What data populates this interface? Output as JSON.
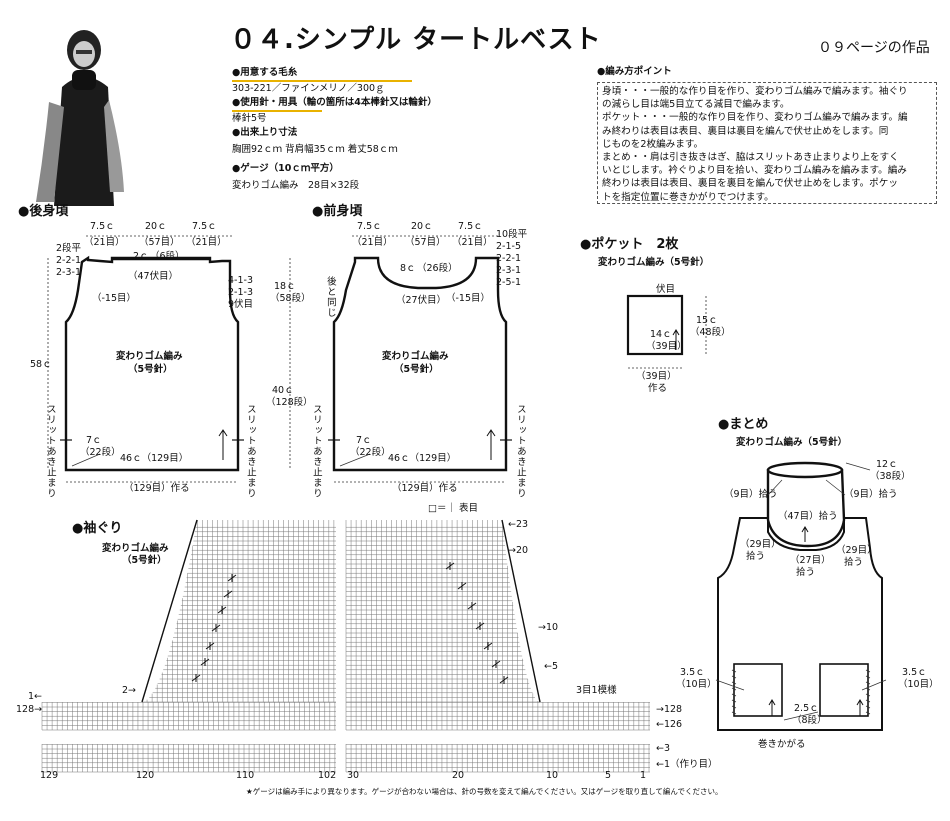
{
  "header": {
    "title": "０４.シンプル タートルベスト",
    "page_ref": "０９ページの作品"
  },
  "materials": {
    "yarn_heading": "●用意する毛糸",
    "yarn_value": "303-221／ファインメリノ／300ｇ",
    "needle_heading": "●使用針・用具（輪の箇所は4本棒針又は輪針）",
    "needle_value": "棒針5号",
    "size_heading": "●出来上り寸法",
    "size_value": "胸囲92ｃｍ 背肩幅35ｃｍ 着丈58ｃｍ",
    "gauge_heading": "●ゲージ（10ｃｍ平方）",
    "gauge_value": "変わりゴム編み　28目×32段"
  },
  "tips": {
    "heading": "●編み方ポイント",
    "lines": [
      "身頃・・・一般的な作り目を作り、変わりゴム編みで編みます。袖ぐり",
      "の減らし目は端5目立てる減目で編みます。",
      "ポケット・・・一般的な作り目を作り、変わりゴム編みで編みます。編",
      "み終わりは表目は表目、裏目は裏目を編んで伏せ止めをします。同",
      "じものを2枚編みます。",
      "まとめ・・肩は引き抜きはぎ、脇はスリットあき止まりより上をすく",
      "いとじします。衿ぐりより目を拾い、変わりゴム編みを編みます。編み",
      "終わりは表目は表目、裏目を裏目を編んで伏せ止めをします。ポケッ",
      "トを指定位置に巻きかがりでつけます。"
    ]
  },
  "back": {
    "heading": "●後身頃",
    "shoulder_l": "7.5ｃ",
    "shoulder_l_st": "（21目）",
    "neck_w": "20ｃ",
    "neck_st": "（57目）",
    "shoulder_r": "7.5ｃ",
    "shoulder_r_st": "（21目）",
    "neck_depth": "2ｃ",
    "neck_rows": "（6段）",
    "bind_off": "（47伏目）",
    "dec_left": [
      "2段平",
      "2-2-1",
      "2-3-1"
    ],
    "dec_right": [
      "4-1-3",
      "2-1-3",
      "9伏目"
    ],
    "dec_count": "（-15目）",
    "armhole_h": "18ｃ",
    "armhole_rows": "（58段）",
    "total_h": "58ｃ",
    "body_h": "40ｃ",
    "body_rows": "（128段）",
    "stitch": "変わりゴム編み",
    "needle": "（5号針）",
    "slit_l": "スリットあき止まり",
    "slit_r": "スリットあき止まり",
    "slit_h": "7ｃ",
    "slit_rows": "（22段）",
    "width": "46ｃ（129目）",
    "cast_on": "（129目）作る"
  },
  "front": {
    "heading": "●前身頃",
    "shoulder_l": "7.5ｃ",
    "shoulder_l_st": "（21目）",
    "neck_w": "20ｃ",
    "neck_st": "（57目）",
    "shoulder_r": "7.5ｃ",
    "shoulder_r_st": "（21目）",
    "neck_depth": "8ｃ",
    "neck_rows": "（26段）",
    "bind_off": "（27伏目）",
    "dec_right": [
      "10段平",
      "2-1-5",
      "2-2-1",
      "2-3-1",
      "2-5-1"
    ],
    "dec_count": "（-15目）",
    "same_as_back": "後と同じ",
    "stitch": "変わりゴム編み",
    "needle": "（5号針）",
    "slit_l": "スリットあき止まり",
    "slit_r": "スリットあき止まり",
    "slit_h": "7ｃ",
    "slit_rows": "（22段）",
    "width": "46ｃ（129目）",
    "cast_on": "（129目）作る"
  },
  "pocket": {
    "heading": "●ポケット　2枚",
    "stitch": "変わりゴム編み（5号針）",
    "bind": "伏目",
    "w": "14ｃ",
    "w_st": "（39目）",
    "h": "15ｃ",
    "h_rows": "（48段）",
    "cast": "（39目）",
    "cast_label": "作る"
  },
  "finishing": {
    "heading": "●まとめ",
    "stitch": "変わりゴム編み（5号針）",
    "collar_h": "12ｃ",
    "collar_rows": "（38段）",
    "pick_l": "（9目）拾う",
    "pick_r": "（9目）拾う",
    "pick_back": "（47目）拾う",
    "pick_sl": "（29目）",
    "pick_sl2": "拾う",
    "pick_sr": "（29目）",
    "pick_sr2": "拾う",
    "pick_front": "（27目）",
    "pick_front2": "拾う",
    "pocket_l": "3.5ｃ",
    "pocket_l_rows": "（10目）",
    "pocket_r": "3.5ｃ",
    "pocket_r_rows": "（10目）",
    "pocket_b": "2.5ｃ",
    "pocket_b_rows": "（8段）",
    "whip": "巻きかがる"
  },
  "armhole_chart": {
    "heading": "●袖ぐり",
    "stitch": "変わりゴム編み",
    "needle": "（5号針）",
    "legend": "□＝｜ 表目",
    "pattern": "3目1模様",
    "row_labels_right": [
      "←23",
      "→20",
      "→10",
      "←5",
      "→128",
      "←126",
      "←3",
      "←1（作り目）"
    ],
    "row_labels_left": [
      "1←",
      "128→",
      "2→"
    ],
    "col_labels": [
      "129",
      "120",
      "110",
      "102",
      "30",
      "20",
      "10",
      "5",
      "1"
    ]
  },
  "footnote": "★ゲージは編み手により異なります。ゲージが合わない場合は、針の号数を変えて編んでください。又はゲージを取り直して編んでください。"
}
